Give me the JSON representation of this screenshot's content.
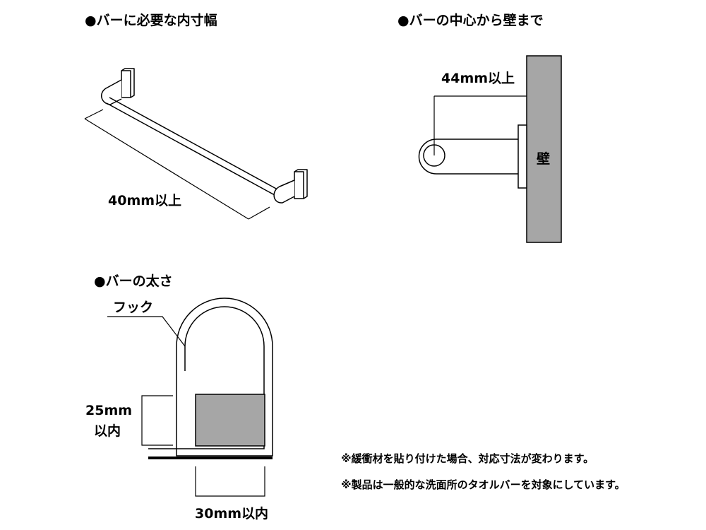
{
  "sections": {
    "width": {
      "title": "●バーに必要な内寸幅",
      "dimension_label": "40mm以上"
    },
    "wall": {
      "title": "●バーの中心から壁まで",
      "dimension_label": "44mm以上",
      "wall_label": "壁"
    },
    "thickness": {
      "title": "●バーの太さ",
      "hook_label": "フック",
      "height_label_line1": "25mm",
      "height_label_line2": "以内",
      "width_label": "30mm以内"
    }
  },
  "notes": [
    "※緩衝材を貼り付けた場合、対応寸法が変わります。",
    "※製品は一般的な洗面所のタオルバーを対象にしています。"
  ],
  "colors": {
    "wall_fill": "#a6a6a6",
    "bar_section_fill": "#a6a6a6",
    "line": "#000000"
  }
}
